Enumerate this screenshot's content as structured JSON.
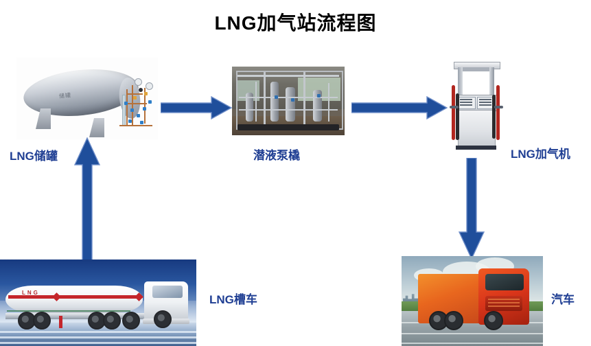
{
  "page": {
    "title": "LNG加气站流程图",
    "background_color": "#ffffff"
  },
  "theme": {
    "arrow_color": "#1f4e9b",
    "arrow_outline_color": "#6f8ec9",
    "label_color": "#1f3e93",
    "title_color": "#000000"
  },
  "nodes": [
    {
      "id": "lng-storage-tank",
      "label": "LNG储罐",
      "image_kind": "illustration",
      "image_caption_on_tank": "储罐"
    },
    {
      "id": "submerged-pump-skid",
      "label": "潜液泵橇",
      "image_kind": "photo"
    },
    {
      "id": "lng-dispenser",
      "label": "LNG加气机",
      "image_kind": "photo"
    },
    {
      "id": "lng-tanker-truck",
      "label": "LNG槽车",
      "image_kind": "photo",
      "image_text": "LNG"
    },
    {
      "id": "vehicle",
      "label": "汽车",
      "image_kind": "photo"
    }
  ],
  "labels": {
    "tank": "LNG储罐",
    "pump": "潜液泵橇",
    "dispenser": "LNG加气机",
    "tanker": "LNG槽车",
    "car": "汽车"
  },
  "arrows": [
    {
      "id": "tanker-to-tank",
      "direction": "up",
      "from": "lng-tanker-truck",
      "to": "lng-storage-tank"
    },
    {
      "id": "tank-to-pump",
      "direction": "right",
      "from": "lng-storage-tank",
      "to": "submerged-pump-skid"
    },
    {
      "id": "pump-to-dispenser",
      "direction": "right",
      "from": "submerged-pump-skid",
      "to": "lng-dispenser"
    },
    {
      "id": "dispenser-to-car",
      "direction": "down",
      "from": "lng-dispenser",
      "to": "vehicle"
    }
  ]
}
